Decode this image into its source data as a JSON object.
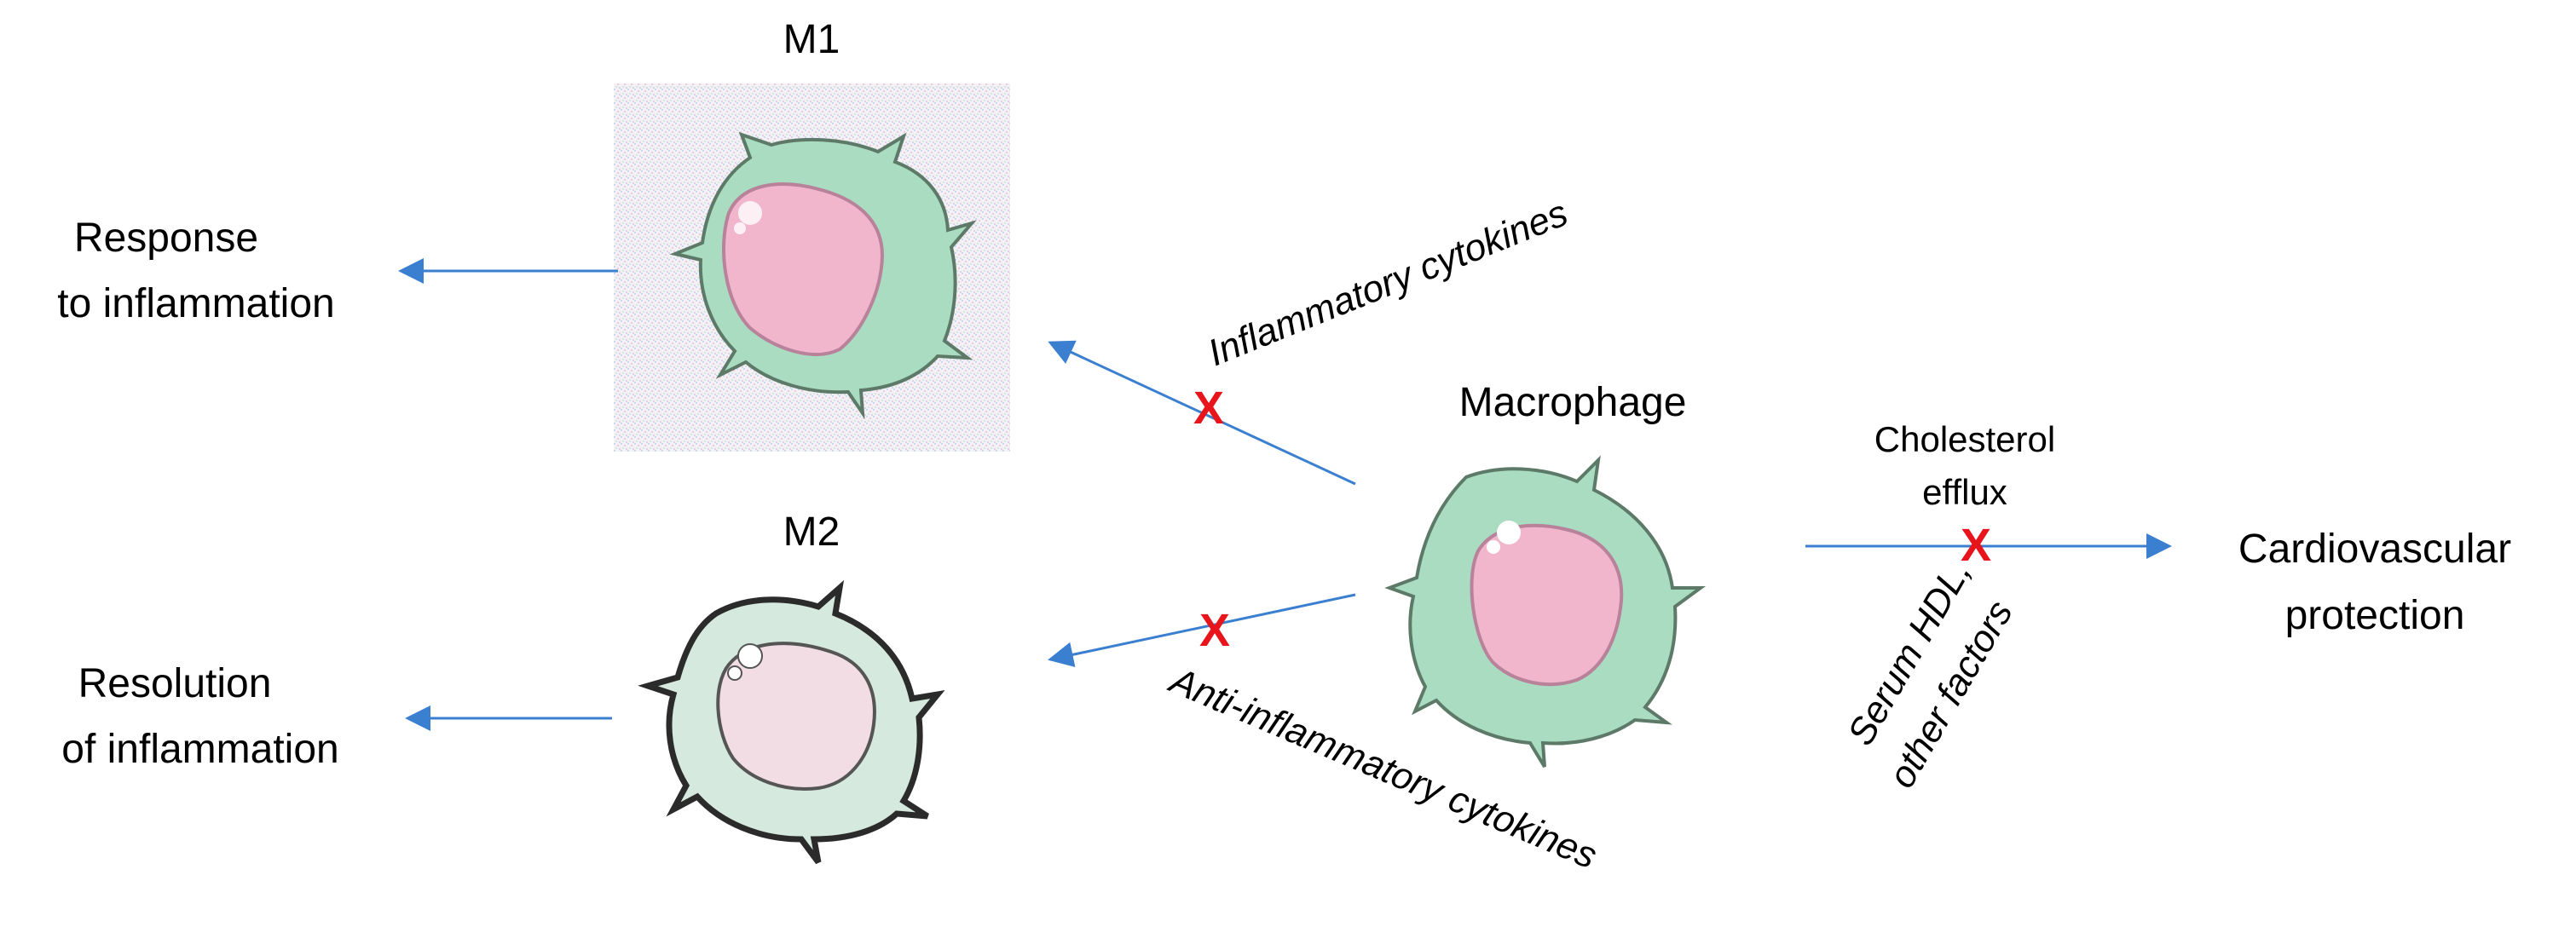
{
  "cells": {
    "m1_title": "M1",
    "m2_title": "M2",
    "macrophage_title": "Macrophage"
  },
  "outcomes": {
    "m1_line1": "Response",
    "m1_line2": "to inflammation",
    "m2_line1": "Resolution",
    "m2_line2": "of inflammation",
    "cv_line1": "Cardiovascular",
    "cv_line2": "protection"
  },
  "pathways": {
    "inflammatory": "Inflammatory cytokines",
    "anti_inflammatory": "Anti-inflammatory cytokines",
    "efflux_line1": "Cholesterol",
    "efflux_line2": "efflux",
    "hdl_line1": "Serum HDL,",
    "hdl_line2": "other factors"
  },
  "block_marks": {
    "symbol": "X",
    "color": "#e8141b"
  },
  "colors": {
    "arrow": "#3a7fd0",
    "cell_green": "#a9dcc0",
    "nucleus_pink": "#f2b6cc",
    "m2_fill": "#d6e9de"
  }
}
